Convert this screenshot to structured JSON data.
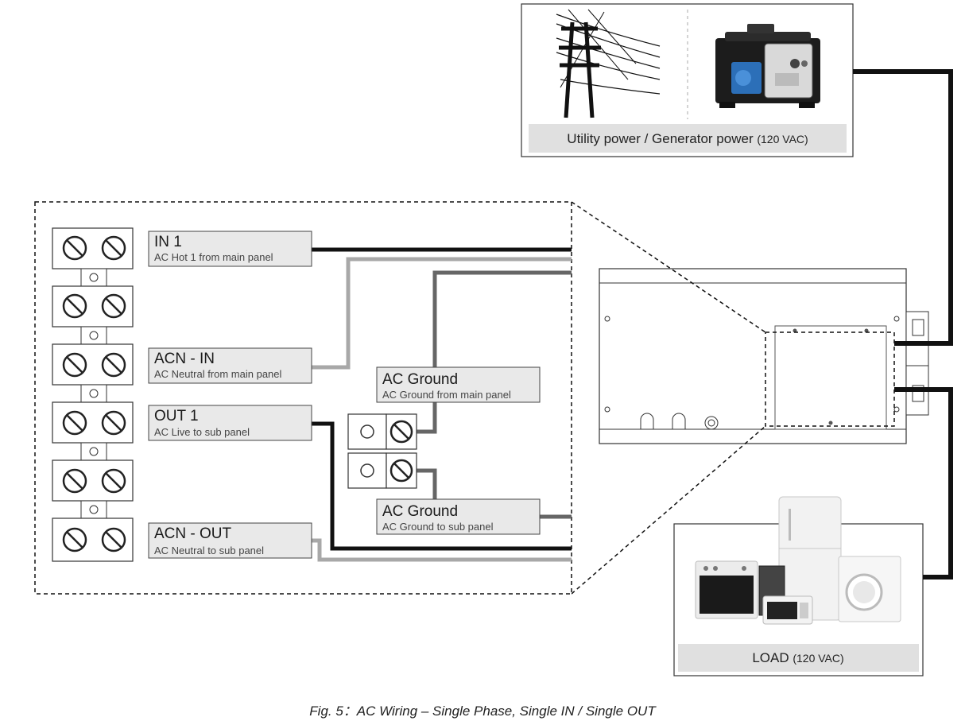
{
  "terminals": [
    {
      "title": "IN 1",
      "sub": "AC Hot 1 from main panel"
    },
    {
      "title": "ACN - IN",
      "sub": "AC Neutral from main panel"
    },
    {
      "title": "OUT 1",
      "sub": "AC Live to sub panel"
    },
    {
      "title": "ACN - OUT",
      "sub": "AC Neutral to sub panel"
    }
  ],
  "grounds": [
    {
      "title": "AC Ground",
      "sub": "AC Ground from main panel"
    },
    {
      "title": "AC Ground",
      "sub": "AC Ground to sub panel"
    }
  ],
  "source": {
    "main": "Utility power / Generator power",
    "spec": "(120 VAC)"
  },
  "load": {
    "main": "LOAD",
    "spec": "(120 VAC)"
  },
  "caption": "Fig. 5：AC Wiring – Single Phase, Single IN / Single OUT",
  "colors": {
    "hot": "#111111",
    "neutral": "#a8a8a8",
    "ground": "#666666",
    "label_bg": "#e9e9e9",
    "border": "#333333"
  }
}
